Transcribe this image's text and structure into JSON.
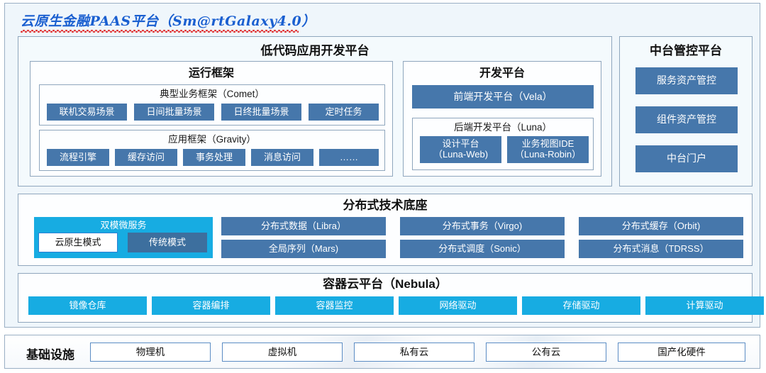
{
  "title": "云原生金融PAAS平台（Sm@rtGalaxy4.0）",
  "lowcode": {
    "heading": "低代码应用开发平台",
    "runtime": {
      "heading": "运行框架",
      "comet": {
        "heading": "典型业务框架（Comet）",
        "items": [
          "联机交易场景",
          "日间批量场景",
          "日终批量场景",
          "定时任务"
        ]
      },
      "gravity": {
        "heading": "应用框架（Gravity）",
        "items": [
          "流程引擎",
          "缓存访问",
          "事务处理",
          "消息访问",
          "……"
        ]
      }
    },
    "devplat": {
      "heading": "开发平台",
      "frontend": "前端开发平台（Vela）",
      "luna": {
        "heading": "后端开发平台（Luna）",
        "items": [
          "设计平台\n（Luna-Web)",
          "业务视图IDE\n（Luna-Robin）"
        ]
      }
    }
  },
  "midplat": {
    "heading": "中台管控平台",
    "items": [
      "服务资产管控",
      "组件资产管控",
      "中台门户"
    ]
  },
  "dist": {
    "heading": "分布式技术底座",
    "dualmode": {
      "label": "双模微服务",
      "modes": [
        "云原生模式",
        "传统模式"
      ]
    },
    "items": [
      "分布式数据（Libra）",
      "分布式事务（Virgo)",
      "分布式缓存（Orbit)",
      "全局序列（Mars)",
      "分布式调度（Sonic）",
      "分布式消息（TDRSS）"
    ]
  },
  "cloud": {
    "heading": "容器云平台（Nebula）",
    "items": [
      "镜像仓库",
      "容器编排",
      "容器监控",
      "网络驱动",
      "存储驱动",
      "计算驱动"
    ]
  },
  "infra": {
    "label": "基础设施",
    "items": [
      "物理机",
      "虚拟机",
      "私有云",
      "公有云",
      "国产化硬件"
    ]
  },
  "colors": {
    "steel_blue": "#4677ab",
    "cyan": "#17ace2",
    "dark_steel": "#3d6f9e",
    "title_blue": "#1a5fd0",
    "frame_border": "#8fa6bd",
    "panel_bg": "#eff6fb"
  }
}
